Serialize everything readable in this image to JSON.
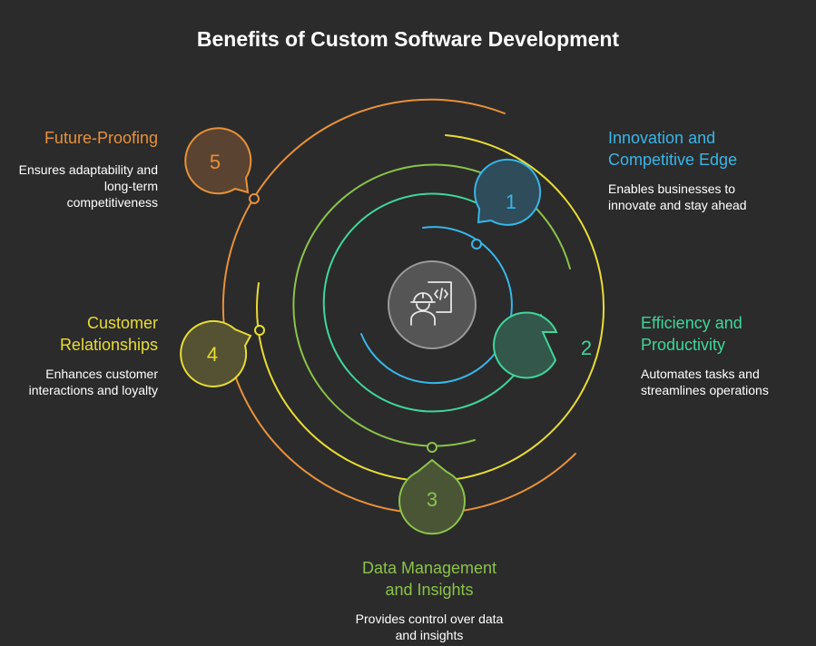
{
  "title": "Benefits of Custom Software Development",
  "colors": {
    "background": "#2b2b2b",
    "step1": "#38b6e8",
    "step2": "#3fd69a",
    "step3": "#8bc34a",
    "step4": "#e8dc35",
    "step5": "#e8913a"
  },
  "center_icon": "developer-with-code-icon",
  "items": [
    {
      "number": "1",
      "heading_line1": "Innovation and",
      "heading_line2": "Competitive Edge",
      "desc_line1": "Enables businesses to",
      "desc_line2": "innovate and stay ahead"
    },
    {
      "number": "2",
      "heading_line1": "Efficiency and",
      "heading_line2": "Productivity",
      "desc_line1": "Automates tasks and",
      "desc_line2": "streamlines operations"
    },
    {
      "number": "3",
      "heading_line1": "Data Management",
      "heading_line2": "and Insights",
      "desc_line1": "Provides control over data",
      "desc_line2": "and insights"
    },
    {
      "number": "4",
      "heading_line1": "Customer",
      "heading_line2": "Relationships",
      "desc_line1": "Enhances customer",
      "desc_line2": "interactions and loyalty"
    },
    {
      "number": "5",
      "heading_line1": "Future-Proofing",
      "desc_line1": "Ensures adaptability and",
      "desc_line2": "long-term",
      "desc_line3": "competitiveness"
    }
  ]
}
